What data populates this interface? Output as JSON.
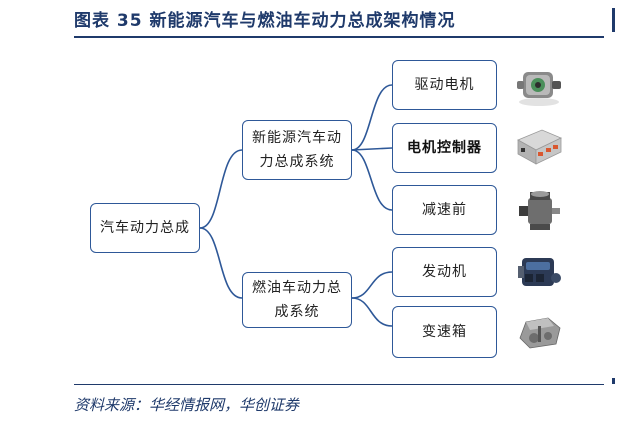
{
  "title": "图表 35   新能源汽车与燃油车动力总成架构情况",
  "root": {
    "label": "汽车动力总成"
  },
  "branches": [
    {
      "label": "新能源汽车动力总成系统",
      "children": [
        {
          "label": "驱动电机",
          "image": "motor-icon"
        },
        {
          "label": "电机控制器",
          "image": "controller-icon"
        },
        {
          "label": "减速前",
          "image": "reducer-icon"
        }
      ]
    },
    {
      "label": "燃油车动力总成系统",
      "children": [
        {
          "label": "发动机",
          "image": "engine-icon"
        },
        {
          "label": "变速箱",
          "image": "gearbox-icon"
        }
      ]
    }
  ],
  "source": "资料来源：华经情报网，华创证券",
  "colors": {
    "accent": "#1f3a6b",
    "box_border": "#2e5898",
    "connector": "#2e5898"
  }
}
